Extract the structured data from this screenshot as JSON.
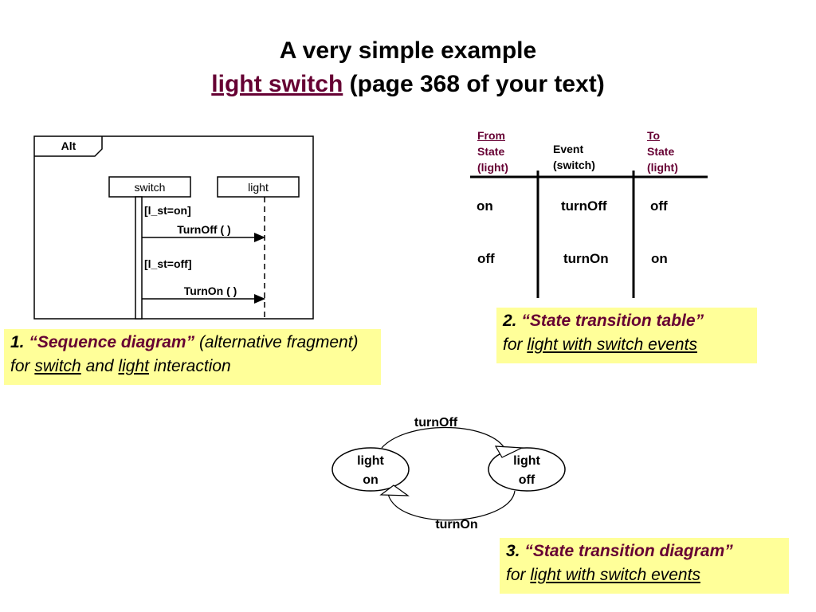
{
  "slide": {
    "title_line1": "A very simple example",
    "title_link": "light switch",
    "title_rest": "(page 368 of your text)"
  },
  "sequence_diagram": {
    "fragment_label": "Alt",
    "lifelines": [
      "switch",
      "light"
    ],
    "guards": [
      "[l_st=on]",
      "[l_st=off]"
    ],
    "messages": [
      "TurnOff ( )",
      "TurnOn ( )"
    ]
  },
  "caption1": {
    "number": "1.",
    "open_quote": "“",
    "emphasis": "Sequence diagram",
    "close_quote": "”",
    "text_a": "(alternative fragment) for",
    "link_switch": "switch",
    "text_b": "and",
    "link_light": "light",
    "text_c": "interaction"
  },
  "transition_table": {
    "headers": {
      "from": [
        "From",
        "State",
        "(light)"
      ],
      "event": [
        "Event",
        "(switch)"
      ],
      "to": [
        "To",
        "State",
        "(light)"
      ]
    },
    "rows": [
      {
        "from": "on",
        "event": "turnOff",
        "to": "off"
      },
      {
        "from": "off",
        "event": "turnOn",
        "to": "on"
      }
    ]
  },
  "caption2": {
    "number": "2.",
    "open_quote": "“",
    "emphasis": "State transition table",
    "close_quote": "”",
    "text_for": "for",
    "link_text": "light with switch events"
  },
  "state_diagram": {
    "states": [
      {
        "line1": "light",
        "line2": "on"
      },
      {
        "line1": "light",
        "line2": "off"
      }
    ],
    "transitions": [
      "turnOff",
      "turnOn"
    ]
  },
  "caption3": {
    "number": "3.",
    "open_quote": "“",
    "emphasis": "State transition diagram",
    "close_quote": "”",
    "text_for": "for",
    "link_text": "light with switch events"
  },
  "colors": {
    "accent_maroon": "#660033",
    "caption_bg": "#ffff99"
  }
}
